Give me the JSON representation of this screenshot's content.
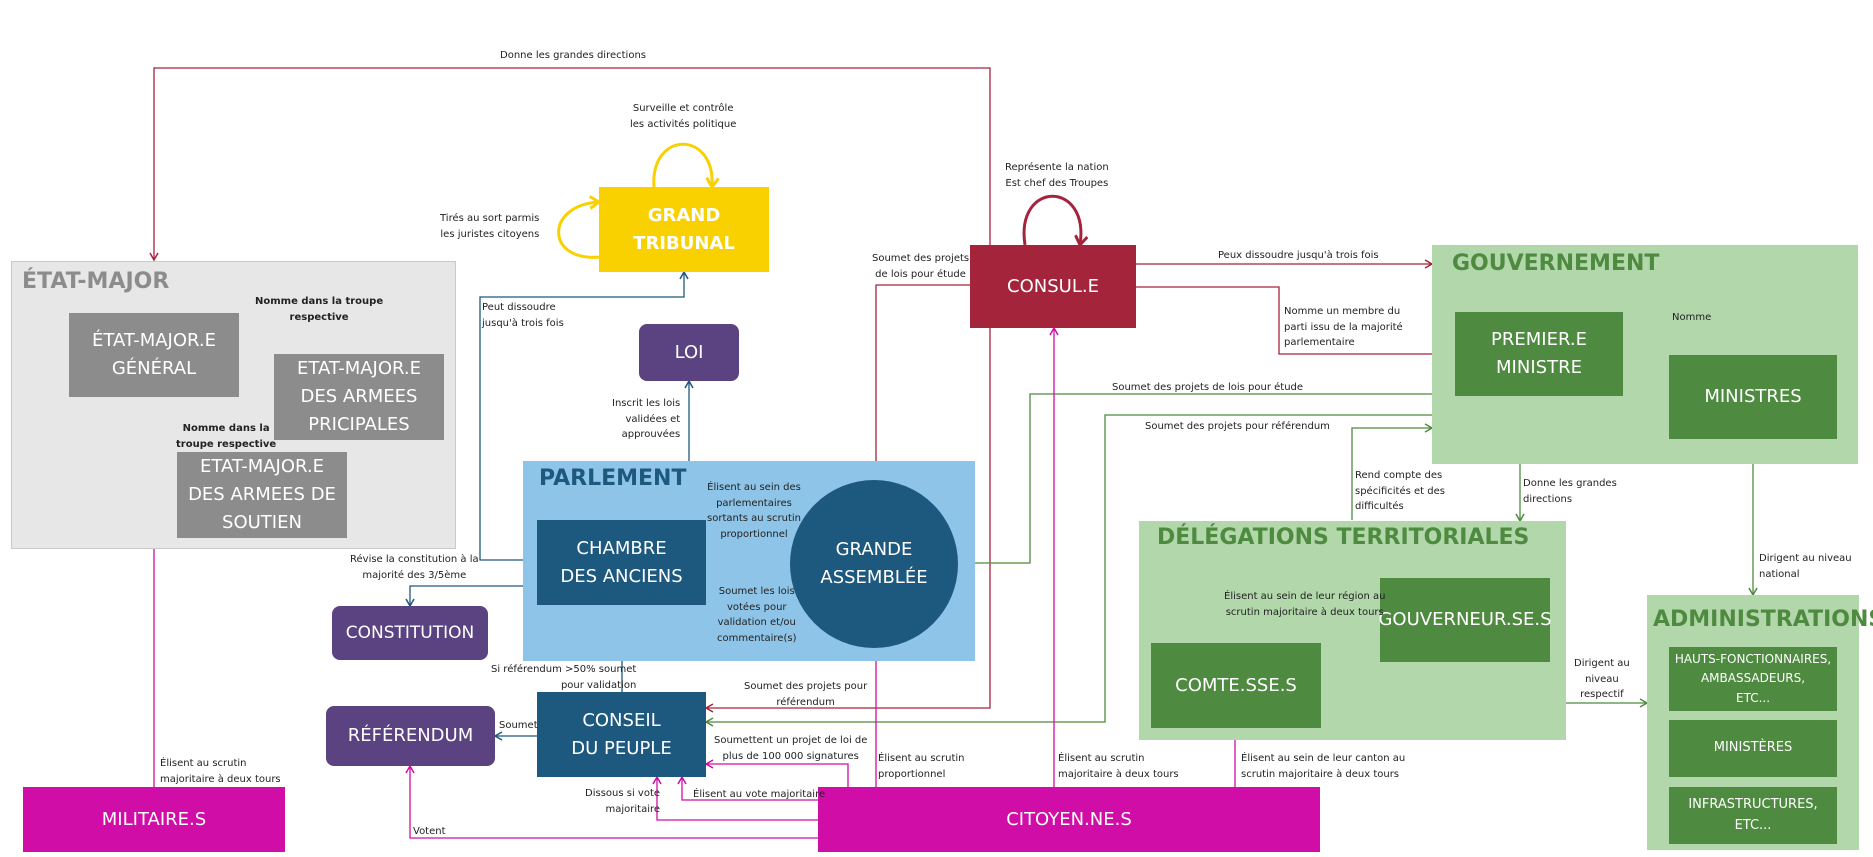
{
  "colors": {
    "consul": "#a3243b",
    "tribunal": "#f9d100",
    "purple": "#5b4381",
    "parlement_bg": "#8ec4e7",
    "parlement_dark": "#1d587f",
    "gouv_bg": "#b2d7ab",
    "gouv_dark": "#4e8a3f",
    "citizen": "#d10da8",
    "etat_bg": "#e7e7e7",
    "etat_box": "#8c8c8c"
  },
  "regions": {
    "etat_major": "ÉTAT-MAJOR",
    "parlement": "PARLEMENT",
    "gouvernement": "GOUVERNEMENT",
    "delegations": "DÉLÉGATIONS TERRITORIALES",
    "administrations": "ADMINISTRATIONS"
  },
  "nodes": {
    "grand_tribunal": "GRAND\nTRIBUNAL",
    "consul": "CONSUL.E",
    "loi": "LOI",
    "chambre": "CHAMBRE\nDES ANCIENS",
    "grande_assemblee": "GRANDE\nASSEMBLÉE",
    "constitution": "CONSTITUTION",
    "referendum": "RÉFÉRENDUM",
    "conseil": "CONSEIL\nDU PEUPLE",
    "militaires": "MILITAIRE.S",
    "citoyens": "CITOYEN.NE.S",
    "em_general": "ÉTAT-MAJOR.E\nGÉNÉRAL",
    "em_principales": "ETAT-MAJOR.E\nDES ARMEES\nPRICIPALES",
    "em_soutien": "ETAT-MAJOR.E\nDES ARMEES DE\nSOUTIEN",
    "premier_ministre": "PREMIER.E\nMINISTRE",
    "ministres": "MINISTRES",
    "gouverneurs": "GOUVERNEUR.SE.S",
    "comtes": "COMTE.SSE.S",
    "admin_1": "HAUTS-FONCTIONNAIRES,\nAMBASSADEURS,\nETC...",
    "admin_2": "MINISTÈRES",
    "admin_3": "INFRASTRUCTURES,\nETC..."
  },
  "labels": {
    "donne_grandes_directions": "Donne les grandes directions",
    "surveille": "Surveille et contrôle\nles activités politique",
    "tires_au_sort": "Tirés au sort parmis\nles juristes citoyens",
    "represente": "Représente la nation\nEst chef des Troupes",
    "soumet_projets_etude": "Soumet des projets\nde lois pour étude",
    "peux_dissoudre_trois": "Peux dissoudre jusqu'à trois fois",
    "nomme_membre": "Nomme un membre du\nparti issu de la majorité\nparlementaire",
    "nomme": "Nomme",
    "nomme_troupe_1": "Nomme dans la troupe\nrespective",
    "nomme_troupe_2": "Nomme dans la\ntroupe respective",
    "peut_dissoudre": "Peut dissoudre\njusqu'à trois fois",
    "inscrit_lois": "Inscrit les lois\nvalidées et\napprouvées",
    "gouv_soumet_etude": "Soumet des projets de lois pour étude",
    "gouv_soumet_referendum": "Soumet des projets pour référendum",
    "rend_compte": "Rend compte des\nspécificités et des\ndifficultés",
    "donne_directions_2": "Donne les grandes\ndirections",
    "elisent_parlementaires": "Élisent au sein des\nparlementaires\nsortants au scrutin\nproportionnel",
    "soumet_lois_votees": "Soumet les lois\nvotées pour\nvalidation et/ou\ncommentaire(s)",
    "revise_constitution": "Révise la constitution à la\nmajorité des 3/5ème",
    "si_referendum": "Si référendum >50% soumet\npour validation",
    "soumet": "Soumet",
    "soumet_projets_referendum": "Soumet des projets pour\nréférendum",
    "soumettent_projet": "Soumettent un projet de loi de\nplus de 100 000 signatures",
    "elisent_proportionnel": "Élisent au scrutin\nproportionnel",
    "elisent_majoritaire_citoyens": "Élisent au scrutin\nmajoritaire à deux tours",
    "elisent_canton": "Élisent au sein de leur canton au\nscrutin majoritaire à deux tours",
    "elisent_region": "Élisent au sein de leur région au\nscrutin majoritaire à deux tours",
    "dirigent_national": "Dirigent au niveau\nnational",
    "dirigent_respectif": "Dirigent au\nniveau\nrespectif",
    "dissous": "Dissous si vote\nmajoritaire",
    "elisent_vote_majoritaire": "Élisent au vote majoritaire",
    "votent": "Votent",
    "elisent_militaires": "Élisent au scrutin\nmajoritaire à deux tours"
  }
}
